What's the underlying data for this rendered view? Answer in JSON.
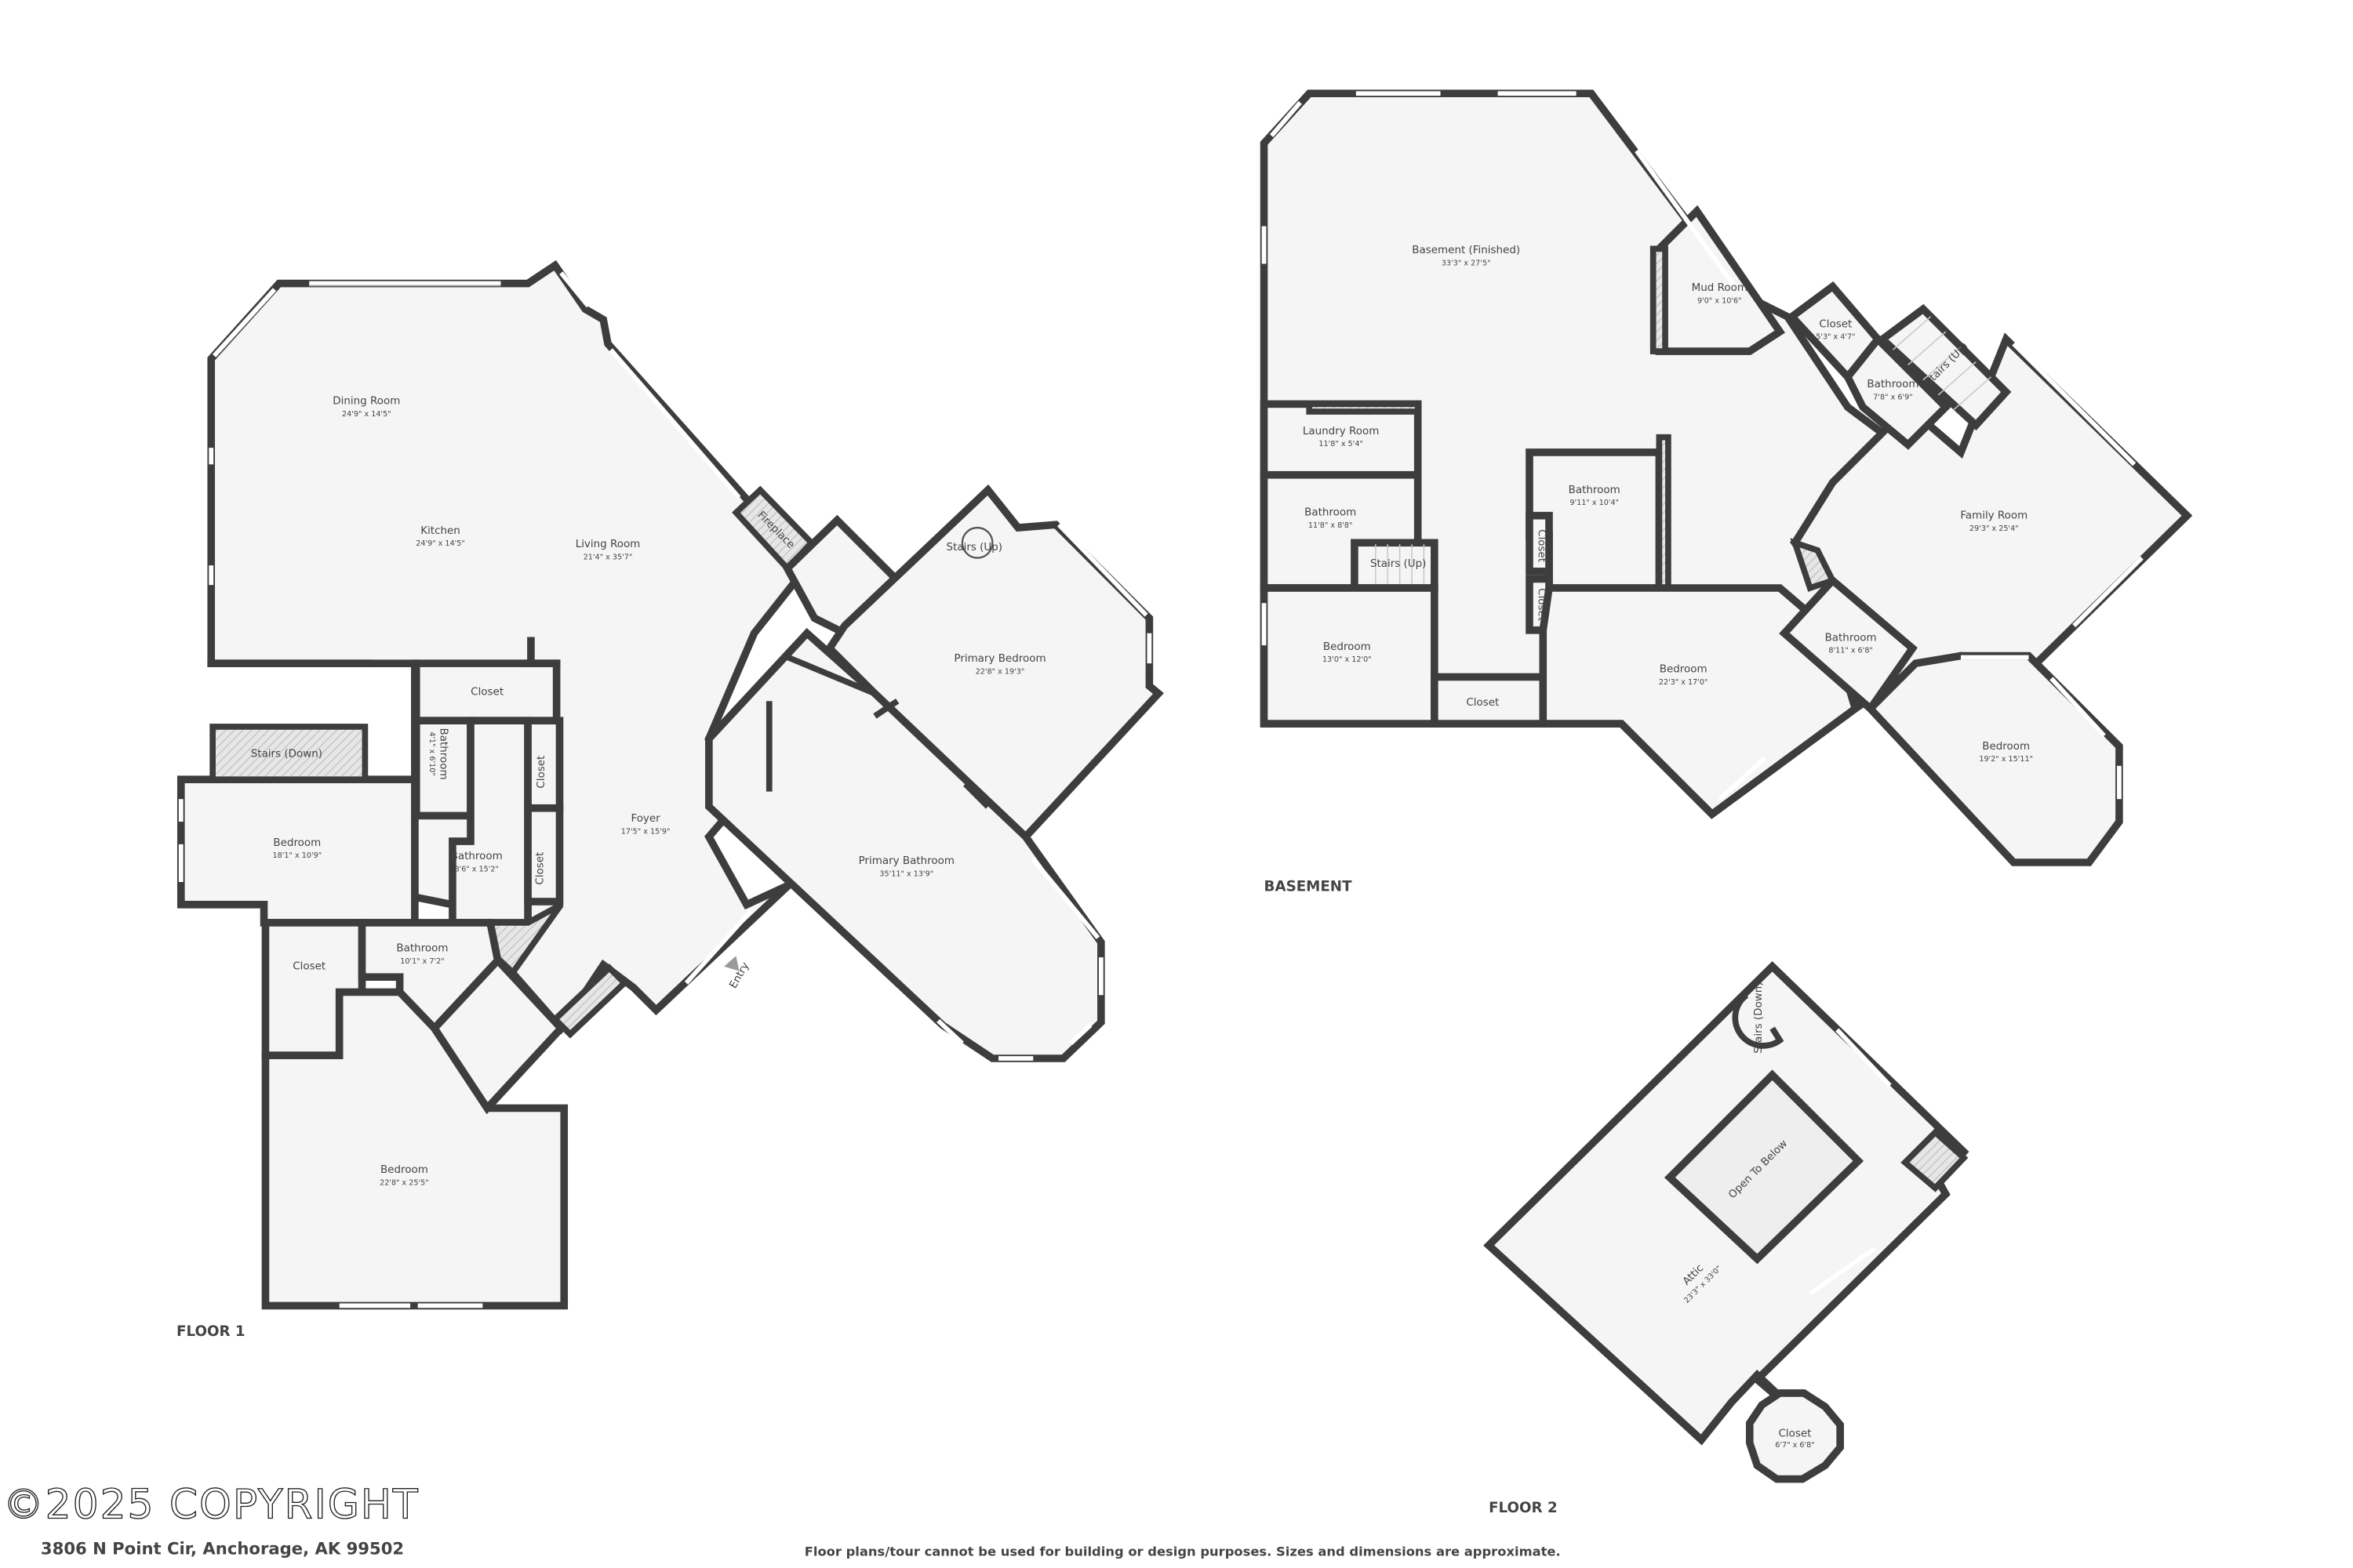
{
  "document": {
    "type": "floor plan",
    "address": "3806 N Point Cir, Anchorage, AK 99502",
    "disclaimer": "Floor plans/tour cannot be used for building or design purposes. Sizes and dimensions are approximate.",
    "watermark": "©2025 COPYRIGHT"
  },
  "floors": {
    "floor1": {
      "label": "FLOOR 1",
      "entry_label": "Entry",
      "rooms": [
        {
          "name": "Dining Room",
          "dims": "24'9\" x 14'5\""
        },
        {
          "name": "Kitchen",
          "dims": "24'9\" x 14'5\""
        },
        {
          "name": "Living Room",
          "dims": "21'4\" x 35'7\""
        },
        {
          "name": "Fireplace",
          "dims": ""
        },
        {
          "name": "Stairs (Up)",
          "dims": ""
        },
        {
          "name": "Primary Bedroom",
          "dims": "22'8\" x 19'3\""
        },
        {
          "name": "Closet",
          "dims": ""
        },
        {
          "name": "Stairs (Down)",
          "dims": ""
        },
        {
          "name": "Bathroom",
          "dims": "4'1\" x 6'10\""
        },
        {
          "name": "Closet",
          "dims": ""
        },
        {
          "name": "Bedroom",
          "dims": "18'1\" x 10'9\""
        },
        {
          "name": "Bathroom",
          "dims": "8'6\" x 15'2\""
        },
        {
          "name": "Closet",
          "dims": ""
        },
        {
          "name": "Foyer",
          "dims": "17'5\" x 15'9\""
        },
        {
          "name": "Primary Bathroom",
          "dims": "35'11\" x 13'9\""
        },
        {
          "name": "Closet",
          "dims": ""
        },
        {
          "name": "Bathroom",
          "dims": "10'1\" x 7'2\""
        },
        {
          "name": "Bedroom",
          "dims": "22'8\" x 25'5\""
        }
      ]
    },
    "basement": {
      "label": "BASEMENT",
      "rooms": [
        {
          "name": "Basement (Finished)",
          "dims": "33'3\" x 27'5\""
        },
        {
          "name": "Mud Room",
          "dims": "9'0\" x 10'6\""
        },
        {
          "name": "Closet",
          "dims": "5'3\" x 4'7\""
        },
        {
          "name": "Bathroom",
          "dims": "7'8\" x 6'9\""
        },
        {
          "name": "Stairs (Up)",
          "dims": ""
        },
        {
          "name": "Laundry Room",
          "dims": "11'8\" x 5'4\""
        },
        {
          "name": "Bathroom",
          "dims": "9'11\" x 10'4\""
        },
        {
          "name": "Family Room",
          "dims": "29'3\" x 25'4\""
        },
        {
          "name": "Bathroom",
          "dims": "11'8\" x 8'8\""
        },
        {
          "name": "Stairs (Up)",
          "dims": ""
        },
        {
          "name": "Closet",
          "dims": ""
        },
        {
          "name": "Closet",
          "dims": ""
        },
        {
          "name": "Bedroom",
          "dims": "13'0\" x 12'0\""
        },
        {
          "name": "Closet",
          "dims": ""
        },
        {
          "name": "Bedroom",
          "dims": "22'3\" x 17'0\""
        },
        {
          "name": "Bathroom",
          "dims": "8'11\" x 6'8\""
        },
        {
          "name": "Bedroom",
          "dims": "19'2\" x 15'11\""
        }
      ]
    },
    "floor2": {
      "label": "FLOOR 2",
      "rooms": [
        {
          "name": "Stairs (Down)",
          "dims": ""
        },
        {
          "name": "Open To Below",
          "dims": ""
        },
        {
          "name": "Attic",
          "dims": "23'3\" x 33'0\""
        },
        {
          "name": "Closet",
          "dims": "6'7\" x 6'8\""
        }
      ]
    }
  },
  "colors": {
    "wall": "#3d3d3d",
    "floor_fill": "#f5f5f5",
    "text": "#444444",
    "background": "#ffffff"
  }
}
